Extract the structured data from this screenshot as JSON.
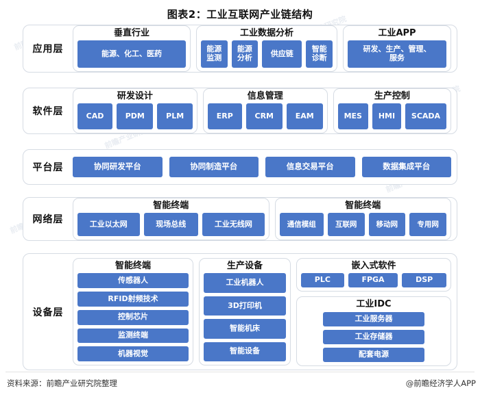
{
  "title": "图表2：工业互联网产业链结构",
  "colors": {
    "chip_blue": "#4a77c8",
    "border": "#d5dbe3",
    "text": "#111111",
    "watermark": "#d8dfe9"
  },
  "layers": [
    {
      "id": "app",
      "label": "应用层",
      "groups": [
        {
          "id": "vertical-industry",
          "title": "垂直行业",
          "items": [
            "能源、化工、医药"
          ]
        },
        {
          "id": "industrial-data-analysis",
          "title": "工业数据分析",
          "items": [
            "能源\n监测",
            "能源\n分析",
            "供应链",
            "智能\n诊断"
          ]
        },
        {
          "id": "industrial-app",
          "title": "工业APP",
          "items": [
            "研发、生产、管理、\n服务"
          ]
        }
      ]
    },
    {
      "id": "software",
      "label": "软件层",
      "groups": [
        {
          "id": "rd-design",
          "title": "研发设计",
          "items": [
            "CAD",
            "PDM",
            "PLM"
          ]
        },
        {
          "id": "info-management",
          "title": "信息管理",
          "items": [
            "ERP",
            "CRM",
            "EAM"
          ]
        },
        {
          "id": "production-control",
          "title": "生产控制",
          "items": [
            "MES",
            "HMI",
            "SCADA"
          ]
        }
      ]
    },
    {
      "id": "platform",
      "label": "平台层",
      "items": [
        "协同研发平台",
        "协同制造平台",
        "信息交易平台",
        "数据集成平台"
      ]
    },
    {
      "id": "network",
      "label": "网络层",
      "groups": [
        {
          "id": "smart-terminal-a",
          "title": "智能终端",
          "items": [
            "工业以太网",
            "现场总线",
            "工业无线网"
          ]
        },
        {
          "id": "smart-terminal-b",
          "title": "智能终端",
          "items": [
            "通信模组",
            "互联网",
            "移动网",
            "专用网"
          ]
        }
      ]
    },
    {
      "id": "device",
      "label": "设备层",
      "groups": [
        {
          "id": "smart-terminal-device",
          "title": "智能终端",
          "items": [
            "传感器人",
            "RFID射频技术",
            "控制芯片",
            "监测终端",
            "机器视觉"
          ]
        },
        {
          "id": "production-equipment",
          "title": "生产设备",
          "items": [
            "工业机器人",
            "3D打印机",
            "智能机床",
            "智能设备"
          ]
        },
        {
          "id": "embedded-software",
          "title": "嵌入式软件",
          "items": [
            "PLC",
            "FPGA",
            "DSP"
          ]
        },
        {
          "id": "industrial-idc",
          "title": "工业IDC",
          "items": [
            "工业服务器",
            "工业存储器",
            "配套电源"
          ]
        }
      ]
    }
  ],
  "footer": {
    "source": "资料来源：前瞻产业研究院整理",
    "app": "@前瞻经济学人APP"
  },
  "watermarks": [
    "前瞻产业研究院",
    "前瞻产业研究院",
    "前瞻产业研究院",
    "前瞻产业研究院",
    "前瞻产业研究院",
    "前瞻产业研究院",
    "前瞻产业研究院",
    "前瞻产业研究院",
    "前瞻产业研究院",
    "前瞻产业研究院",
    "前瞻产业研究院",
    "前瞻产业研究院"
  ]
}
